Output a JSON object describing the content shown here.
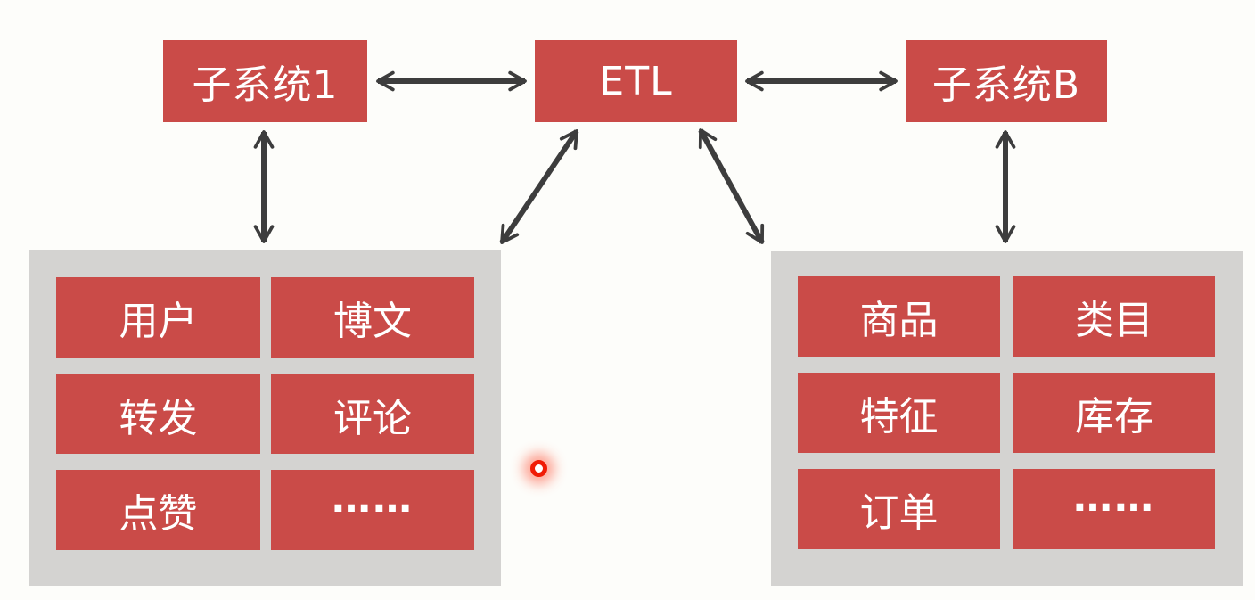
{
  "diagram": {
    "title": "ETL data integration diagram",
    "top_nodes": [
      {
        "id": "subsystem1",
        "label": "子系统1"
      },
      {
        "id": "etl",
        "label": "ETL"
      },
      {
        "id": "subsystemB",
        "label": "子系统B"
      }
    ],
    "left_panel": {
      "id": "left-datastore",
      "items": [
        "用户",
        "博文",
        "转发",
        "评论",
        "点赞",
        "……"
      ]
    },
    "right_panel": {
      "id": "right-datastore",
      "items": [
        "商品",
        "类目",
        "特征",
        "库存",
        "订单",
        "……"
      ]
    },
    "edges": [
      {
        "from": "subsystem1",
        "to": "etl",
        "bidirectional": true
      },
      {
        "from": "etl",
        "to": "subsystemB",
        "bidirectional": true
      },
      {
        "from": "subsystem1",
        "to": "left-datastore",
        "bidirectional": true
      },
      {
        "from": "subsystemB",
        "to": "right-datastore",
        "bidirectional": true
      },
      {
        "from": "etl",
        "to": "left-datastore",
        "bidirectional": true
      },
      {
        "from": "etl",
        "to": "right-datastore",
        "bidirectional": true
      }
    ],
    "colors": {
      "box_red": "#ca4b48",
      "panel_gray": "#d4d3d1",
      "arrow": "#3d3d3d",
      "background": "#fdfdfa",
      "box_text": "#ffffff",
      "laser_red": "#f01c06"
    },
    "pointer": {
      "type": "laser-dot"
    }
  }
}
